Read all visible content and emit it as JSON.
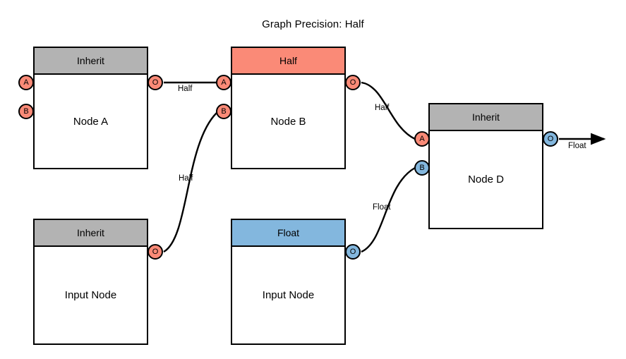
{
  "title": "Graph Precision: Half",
  "colors": {
    "inherit_header": "#b3b3b3",
    "half_header": "#fa8a77",
    "float_header": "#83b7de",
    "port_red": "#fa8a77",
    "port_blue": "#83b7de",
    "stroke": "#000000",
    "background": "#ffffff"
  },
  "nodes": [
    {
      "id": "node-a",
      "header": "Inherit",
      "body": "Node A",
      "inputs": [
        {
          "label": "A",
          "color": "red"
        },
        {
          "label": "B",
          "color": "red"
        }
      ],
      "outputs": [
        {
          "label": "O",
          "color": "red"
        }
      ]
    },
    {
      "id": "node-b",
      "header": "Half",
      "body": "Node B",
      "inputs": [
        {
          "label": "A",
          "color": "red"
        },
        {
          "label": "B",
          "color": "red"
        }
      ],
      "outputs": [
        {
          "label": "O",
          "color": "red"
        }
      ]
    },
    {
      "id": "node-d",
      "header": "Inherit",
      "body": "Node D",
      "inputs": [
        {
          "label": "A",
          "color": "red"
        },
        {
          "label": "B",
          "color": "blue"
        }
      ],
      "outputs": [
        {
          "label": "O",
          "color": "blue"
        }
      ]
    },
    {
      "id": "input-node-1",
      "header": "Inherit",
      "body": "Input Node",
      "inputs": [],
      "outputs": [
        {
          "label": "O",
          "color": "red"
        }
      ]
    },
    {
      "id": "input-node-2",
      "header": "Float",
      "body": "Input Node",
      "inputs": [],
      "outputs": [
        {
          "label": "O",
          "color": "blue"
        }
      ]
    }
  ],
  "edges": [
    {
      "id": "edge-a-to-b",
      "label": "Half",
      "from": "node-a.O",
      "to": "node-b.A"
    },
    {
      "id": "edge-input1-to-b",
      "label": "Half",
      "from": "input-node-1.O",
      "to": "node-b.B"
    },
    {
      "id": "edge-b-to-d",
      "label": "Half",
      "from": "node-b.O",
      "to": "node-d.A"
    },
    {
      "id": "edge-input2-to-d",
      "label": "Float",
      "from": "input-node-2.O",
      "to": "node-d.B"
    },
    {
      "id": "edge-d-output",
      "label": "Float",
      "from": "node-d.O",
      "to": "graph-output"
    }
  ]
}
